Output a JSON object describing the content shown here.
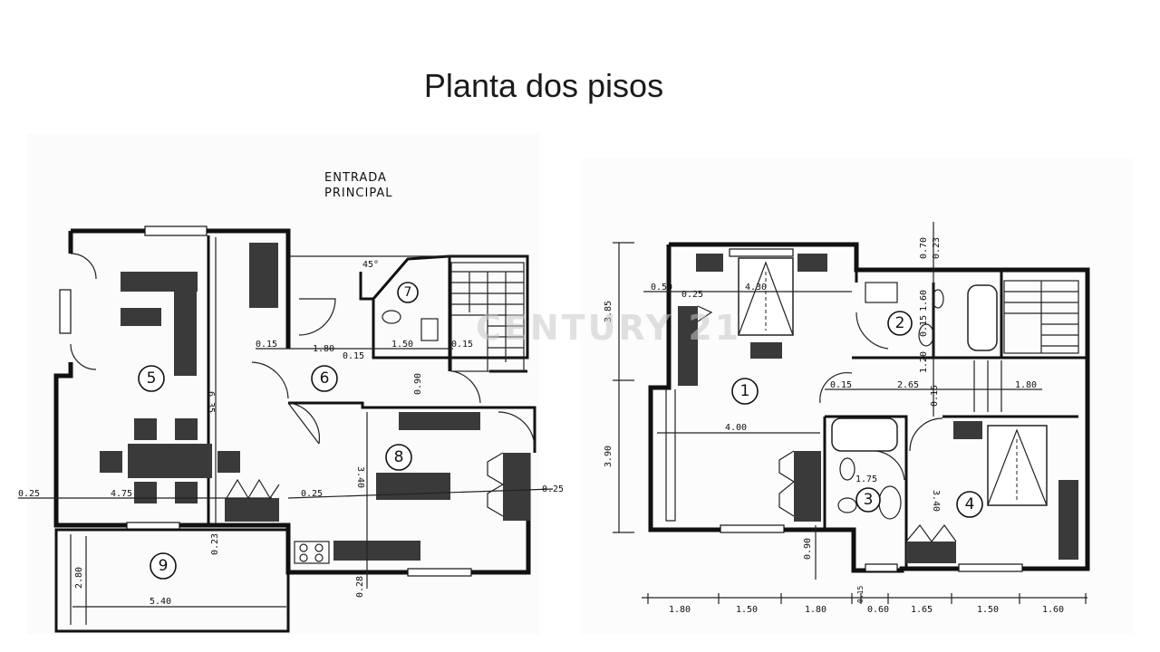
{
  "slide": {
    "title": "Planta dos pisos"
  },
  "watermark": "CENTURY 21",
  "ground_floor": {
    "entrance_label_1": "ENTRADA",
    "entrance_label_2": "PRINCIPAL",
    "rooms": [
      "5",
      "6",
      "7",
      "8",
      "9"
    ],
    "dimensions": {
      "d_1_80": "1.80",
      "d_0_15a": "0.15",
      "d_0_15b": "0.15",
      "d_0_15c": "0.15",
      "d_1_50": "1.50",
      "d_0_90": "0.90",
      "d_0_25a": "0.25",
      "d_4_75": "4.75",
      "d_0_25b": "0.25",
      "d_3_40": "3.40",
      "d_0_23": "0.23",
      "d_0_28": "0.28",
      "d_2_80": "2.80",
      "d_5_40": "5.40",
      "d_6_35": "6.35",
      "d_0_25c": "0.25",
      "d_45": "45°"
    }
  },
  "upper_floor": {
    "rooms": [
      "1",
      "2",
      "3",
      "4"
    ],
    "dimensions": {
      "d_3_85": "3.85",
      "d_3_90": "3.90",
      "d_0_50": "0.50",
      "d_0_25": "0.25",
      "d_4_30": "4.30",
      "d_4_00": "4.00",
      "d_0_15": "0.15",
      "d_2_65": "2.65",
      "d_1_80": "1.80",
      "d_0_70": "0.70",
      "d_0_23": "0.23",
      "d_1_60": "1.60",
      "d_0_15b": "0.15",
      "d_1_20": "1.20",
      "d_0_15c": "0.15",
      "d_1_75": "1.75",
      "d_3_40": "3.40",
      "d_0_90": "0.90",
      "bottom": [
        "1.80",
        "1.50",
        "1.80",
        "0.15",
        "0.60",
        "1.65",
        "1.50",
        "1.60"
      ]
    }
  }
}
